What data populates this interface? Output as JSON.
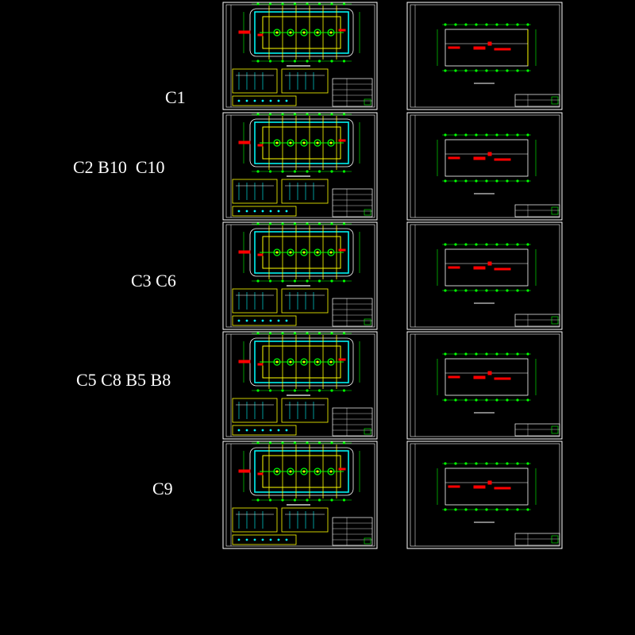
{
  "rows": [
    {
      "label": "C1"
    },
    {
      "label": "C2 B10  C10"
    },
    {
      "label": "C3 C6"
    },
    {
      "label": "C5 C8 B5 B8"
    },
    {
      "label": "C9"
    }
  ],
  "colors": {
    "background": "#000000",
    "frame": "#ffffff",
    "green": "#00ff00",
    "cyan": "#00ffff",
    "yellow": "#ffff00",
    "red": "#ff0000",
    "text": "#ffffff"
  }
}
